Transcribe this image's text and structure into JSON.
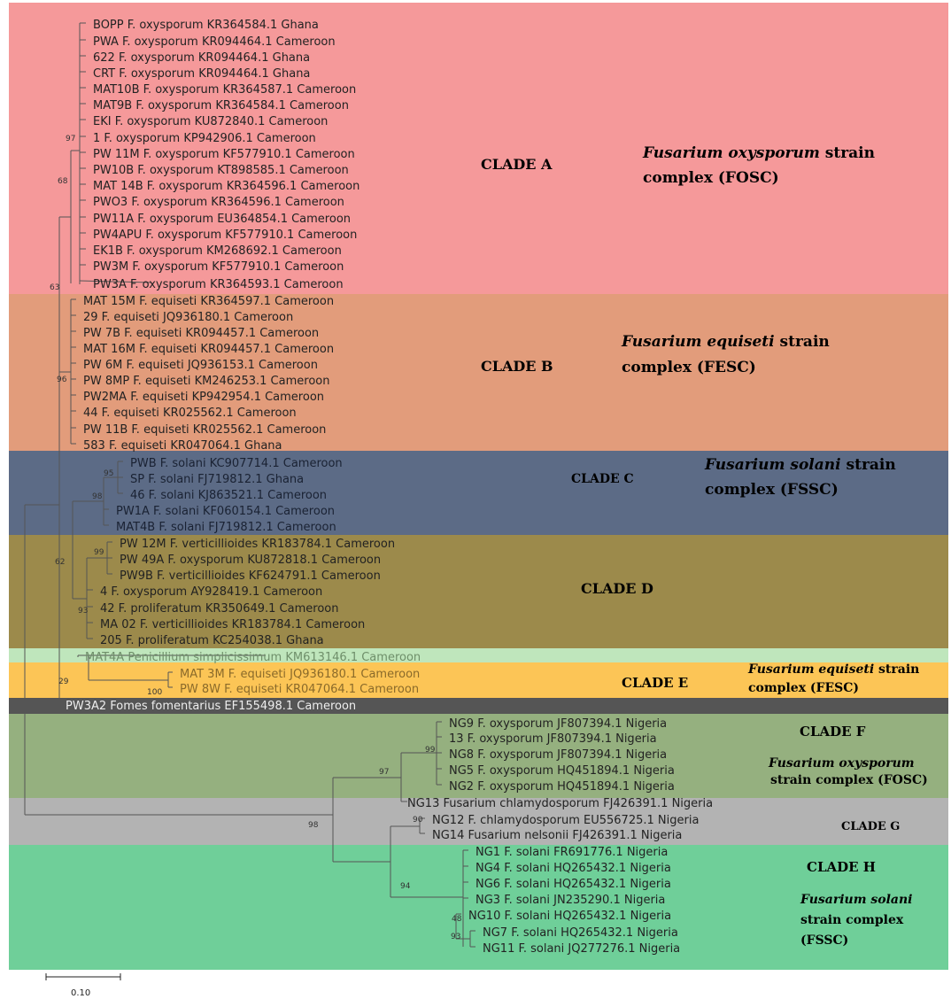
{
  "colors": {
    "clade_a": "#f5999a",
    "clade_b": "#e29c7b",
    "clade_c": "#5c6b86",
    "clade_d": "#9c8a4b",
    "penicillium": "#bfe6bc",
    "clade_e": "#fcc556",
    "fomes": "#555555",
    "clade_f": "#95b07f",
    "clade_g": "#b3b3b3",
    "clade_h": "#6fcf99"
  },
  "leaves": [
    "BOPP F. oxysporum KR364584.1 Ghana",
    "PWA F. oxysporum KR094464.1 Cameroon",
    "622 F. oxysporum KR094464.1 Ghana",
    "CRT F. oxysporum KR094464.1 Ghana",
    "MAT10B F. oxysporum KR364587.1 Cameroon",
    "MAT9B F. oxysporum KR364584.1 Cameroon",
    "EKI F. oxysporum KU872840.1 Cameroon",
    "1 F. oxysporum KP942906.1 Cameroon",
    "PW 11M F. oxysporum KF577910.1 Cameroon",
    "PW10B F. oxysporum KT898585.1 Cameroon",
    "MAT 14B F. oxysporum KR364596.1 Cameroon",
    "PWO3 F. oxysporum KR364596.1 Cameroon",
    "PW11A F. oxysporum EU364854.1 Cameroon",
    "PW4APU F. oxysporum KF577910.1 Cameroon",
    "EK1B F. oxysporum KM268692.1 Cameroon",
    "PW3M F. oxysporum KF577910.1 Cameroon",
    "PW3A F. oxysporum KR364593.1 Cameroon",
    "MAT 15M F. equiseti KR364597.1 Cameroon",
    "29 F. equiseti JQ936180.1 Cameroon",
    "PW 7B F. equiseti KR094457.1 Cameroon",
    "MAT 16M F. equiseti KR094457.1 Cameroon",
    "PW 6M F. equiseti JQ936153.1 Cameroon",
    "PW 8MP F. equiseti KM246253.1 Cameroon",
    "PW2MA F. equiseti KP942954.1 Cameroon",
    "44 F. equiseti KR025562.1 Cameroon",
    "PW 11B F. equiseti KR025562.1 Cameroon",
    "583 F. equiseti KR047064.1 Ghana",
    "PWB F. solani KC907714.1 Cameroon",
    "SP F. solani FJ719812.1 Ghana",
    "46 F. solani KJ863521.1 Cameroon",
    "PW1A F. solani KF060154.1 Cameroon",
    "MAT4B F. solani FJ719812.1 Cameroon",
    "PW 12M F. verticillioides KR183784.1 Cameroon",
    "PW 49A F. oxysporum KU872818.1 Cameroon",
    "PW9B F. verticillioides KF624791.1 Cameroon",
    "4 F. oxysporum AY928419.1 Cameroon",
    "42 F. proliferatum KR350649.1 Cameroon",
    "MA 02 F. verticillioides KR183784.1 Cameroon",
    "205 F. proliferatum KC254038.1 Ghana",
    "MAT4A Penicillium simplicissimum KM613146.1 Cameroon",
    "MAT 3M F. equiseti JQ936180.1 Cameroon",
    "PW 8W F. equiseti KR047064.1 Cameroon",
    "PW3A2 Fomes fomentarius EF155498.1 Cameroon",
    "NG9 F. oxysporum JF807394.1 Nigeria",
    "13 F. oxysporum JF807394.1 Nigeria",
    "NG8 F. oxysporum JF807394.1 Nigeria",
    "NG5 F. oxysporum HQ451894.1 Nigeria",
    "NG2 F. oxysporum HQ451894.1 Nigeria",
    "NG13 Fusarium chlamydosporum FJ426391.1 Nigeria",
    "NG12 F. chlamydosporum EU556725.1 Nigeria",
    "NG14 Fusarium nelsonii FJ426391.1 Nigeria",
    "NG1 F. solani FR691776.1 Nigeria",
    "NG4 F. solani HQ265432.1 Nigeria",
    "NG6 F. solani HQ265432.1 Nigeria",
    "NG3 F. solani JN235290.1 Nigeria",
    "NG10 F. solani HQ265432.1 Nigeria",
    "NG7 F. solani HQ265432.1 Nigeria",
    "NG11 F. solani JQ277276.1 Nigeria"
  ],
  "bootstrap": [
    "97",
    "68",
    "63",
    "96",
    "95",
    "98",
    "99",
    "62",
    "93",
    "29",
    "100",
    "99",
    "97",
    "98",
    "90",
    "94",
    "93",
    "48"
  ],
  "clade_labels": {
    "a": "CLADE A",
    "b": "CLADE B",
    "c": "CLADE C",
    "d": "CLADE D",
    "e": "CLADE E",
    "f": "CLADE F",
    "g": "CLADE G",
    "h": "CLADE H"
  },
  "complex_labels": {
    "a": {
      "genus": "Fusarium oxysporum",
      "rest1": " strain",
      "line2": "complex (FOSC)"
    },
    "b": {
      "genus": "Fusarium equiseti",
      "rest1": " strain",
      "line2": "complex (FESC)"
    },
    "c": {
      "genus": "Fusarium solani",
      "rest1": " strain",
      "line2": "complex (FSSC)"
    },
    "e": {
      "genus": "Fusarium equiseti",
      "rest1": " strain",
      "line2": "complex (FESC)"
    },
    "f": {
      "genus": "Fusarium oxysporum",
      "line2": "strain complex (FOSC)"
    },
    "h": {
      "genus": "Fusarium solani",
      "line2": "strain complex",
      "line3": "(FSSC)"
    }
  },
  "scale_bar": {
    "label": "0.10"
  }
}
